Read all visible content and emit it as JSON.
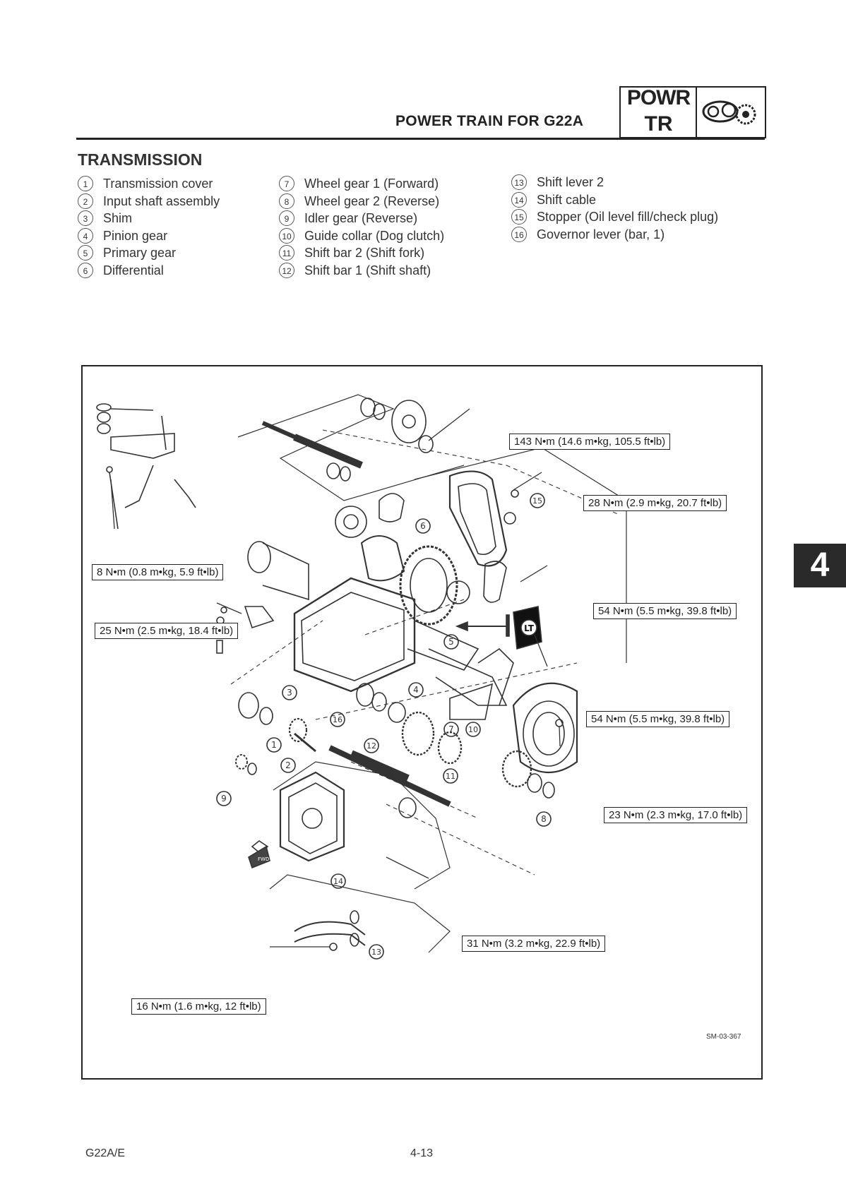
{
  "header": {
    "title": "POWER TRAIN FOR G22A",
    "tab_top": "POWR",
    "tab_bottom": "TR",
    "tab_icon": "gears-icon"
  },
  "section": {
    "title": "TRANSMISSION"
  },
  "legend": {
    "col1": [
      {
        "num": "1",
        "label": "Transmission cover"
      },
      {
        "num": "2",
        "label": "Input shaft assembly"
      },
      {
        "num": "3",
        "label": "Shim"
      },
      {
        "num": "4",
        "label": "Pinion gear"
      },
      {
        "num": "5",
        "label": "Primary gear"
      },
      {
        "num": "6",
        "label": "Differential"
      }
    ],
    "col2": [
      {
        "num": "7",
        "label": "Wheel gear 1 (Forward)"
      },
      {
        "num": "8",
        "label": "Wheel gear 2 (Reverse)"
      },
      {
        "num": "9",
        "label": "Idler gear (Reverse)"
      },
      {
        "num": "10",
        "label": "Guide collar (Dog clutch)"
      },
      {
        "num": "11",
        "label": "Shift bar 2 (Shift fork)"
      },
      {
        "num": "12",
        "label": "Shift bar 1 (Shift shaft)"
      }
    ],
    "col3": [
      {
        "num": "13",
        "label": "Shift lever 2"
      },
      {
        "num": "14",
        "label": "Shift cable"
      },
      {
        "num": "15",
        "label": "Stopper (Oil level fill/check plug)"
      },
      {
        "num": "16",
        "label": "Governor lever (bar, 1)"
      }
    ]
  },
  "torque_specs": {
    "t1": "143 N•m (14.6 m•kg, 105.5 ft•lb)",
    "t2": "28 N•m (2.9 m•kg, 20.7 ft•lb)",
    "t3": "8 N•m (0.8 m•kg, 5.9 ft•lb)",
    "t4": "25 N•m (2.5 m•kg, 18.4 ft•lb)",
    "t5": "54 N•m (5.5 m•kg, 39.8 ft•lb)",
    "t6": "54 N•m (5.5 m•kg, 39.8 ft•lb)",
    "t7": "23 N•m (2.3 m•kg, 17.0 ft•lb)",
    "t8": "31 N•m (3.2 m•kg, 22.9 ft•lb)",
    "t9": "16 N•m (1.6 m•kg, 12 ft•lb)"
  },
  "callouts": [
    "1",
    "2",
    "3",
    "4",
    "5",
    "6",
    "7",
    "8",
    "9",
    "10",
    "11",
    "12",
    "13",
    "14",
    "15",
    "16"
  ],
  "figure": {
    "code": "SM-03-367",
    "fwd_label": "FWD",
    "lt_label": "LT"
  },
  "side_tab": "4",
  "footer": {
    "model": "G22A/E",
    "page": "4-13"
  }
}
